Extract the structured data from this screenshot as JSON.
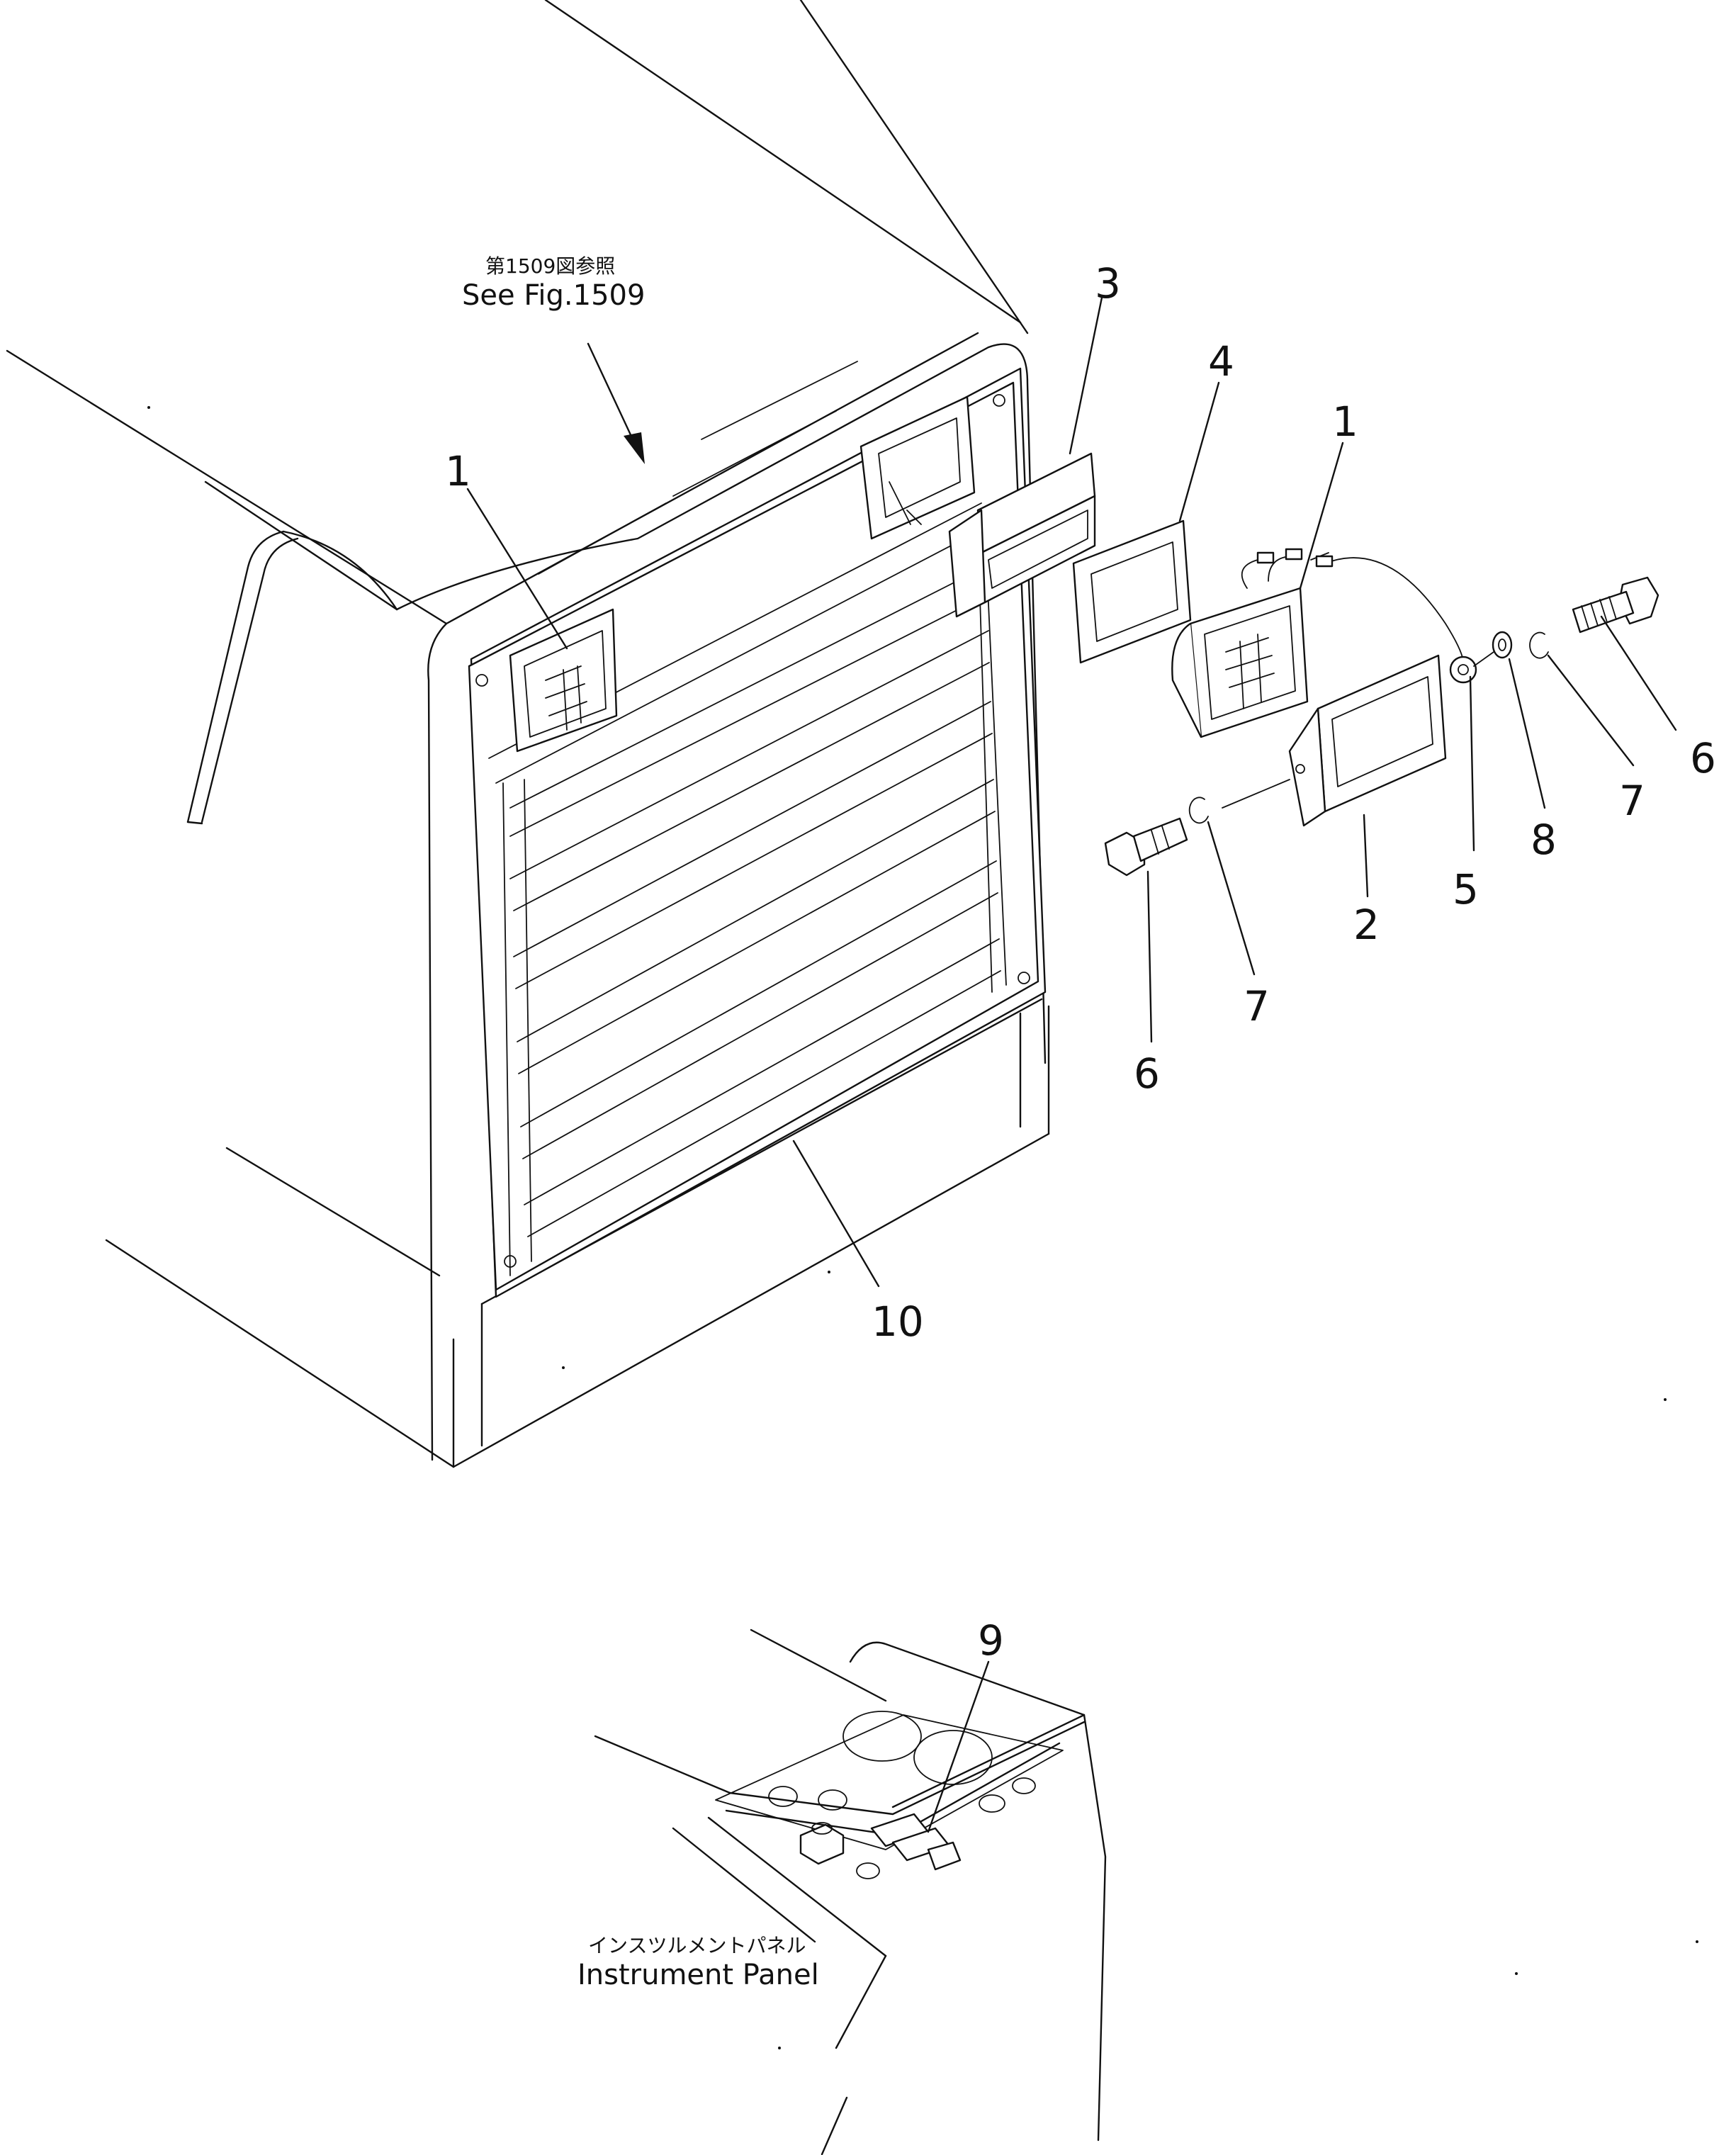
{
  "callouts": [
    {
      "id": "c1a",
      "text": "1"
    },
    {
      "id": "c1b",
      "text": "1"
    },
    {
      "id": "c2",
      "text": "2"
    },
    {
      "id": "c3",
      "text": "3"
    },
    {
      "id": "c4",
      "text": "4"
    },
    {
      "id": "c5",
      "text": "5"
    },
    {
      "id": "c6a",
      "text": "6"
    },
    {
      "id": "c6b",
      "text": "6"
    },
    {
      "id": "c7a",
      "text": "7"
    },
    {
      "id": "c7b",
      "text": "7"
    },
    {
      "id": "c8",
      "text": "8"
    },
    {
      "id": "c9",
      "text": "9"
    },
    {
      "id": "c10",
      "text": "10"
    }
  ],
  "references": {
    "see_fig_jp": "第1509図参照",
    "see_fig_en": "See Fig.1509"
  },
  "panel": {
    "label_jp": "インスツルメントパネル",
    "label_en": "Instrument Panel"
  }
}
